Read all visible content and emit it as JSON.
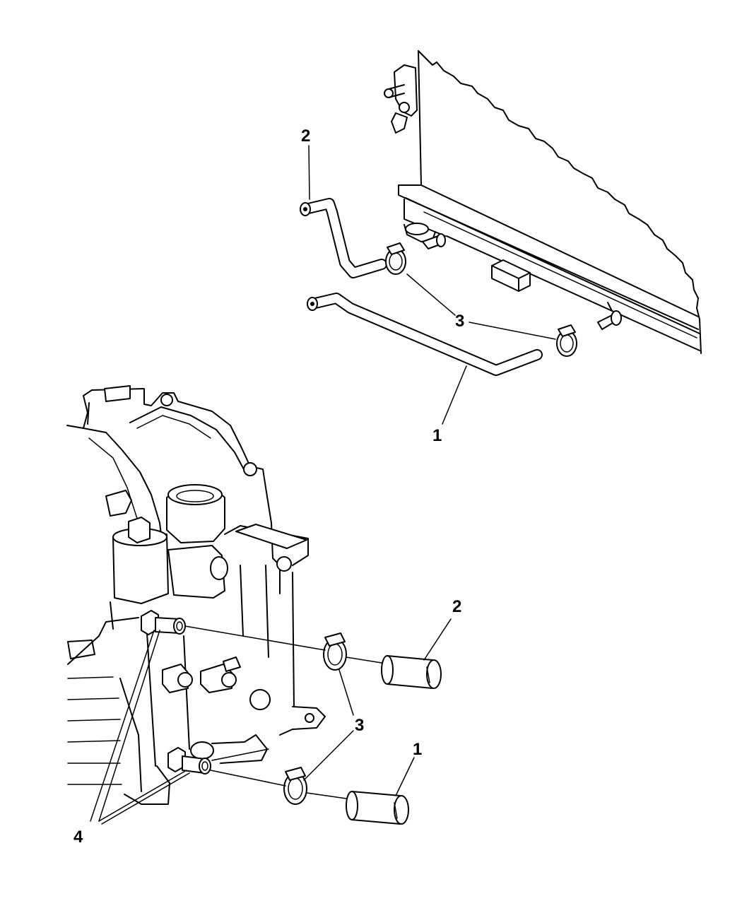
{
  "callouts": {
    "top_hose_upper": "2",
    "top_clamp": "3",
    "top_hose_lower": "1",
    "bottom_hose_upper": "2",
    "bottom_clamp": "3",
    "bottom_hose_lower": "1",
    "fittings": "4"
  }
}
